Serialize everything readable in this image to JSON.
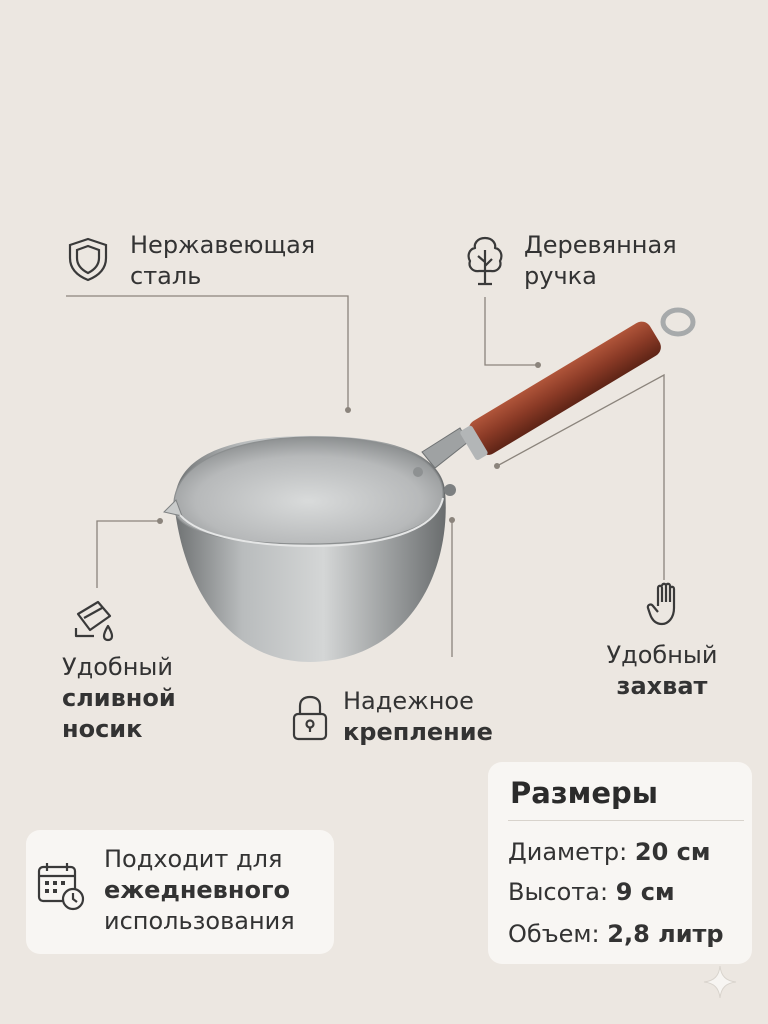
{
  "features": {
    "steel": {
      "line1": "Нержавеющая",
      "line2": "сталь",
      "icon": "shield-icon"
    },
    "wood": {
      "line1": "Деревянная",
      "line2": "ручка",
      "icon": "tree-icon"
    },
    "spout": {
      "line1": "Удобный",
      "line2": "сливной",
      "line3": "носик",
      "icon": "pour-icon"
    },
    "mount": {
      "line1": "Надежное",
      "line2": "крепление",
      "icon": "lock-icon"
    },
    "grip": {
      "line1": "Удобный",
      "line2": "захват",
      "icon": "hand-icon"
    }
  },
  "daily": {
    "line1": "Подходит для",
    "line2": "ежедневного",
    "line3": "использования",
    "icon": "calendar-clock-icon"
  },
  "dimensions": {
    "title": "Размеры",
    "rows": [
      {
        "label": "Диаметр:",
        "value": "20 см"
      },
      {
        "label": "Высота:",
        "value": "9 см"
      },
      {
        "label": "Объем:",
        "value": "2,8 литр"
      }
    ]
  },
  "colors": {
    "background": "#ece7e1",
    "handle": "#8a3a26",
    "steel": "#a9acad"
  }
}
